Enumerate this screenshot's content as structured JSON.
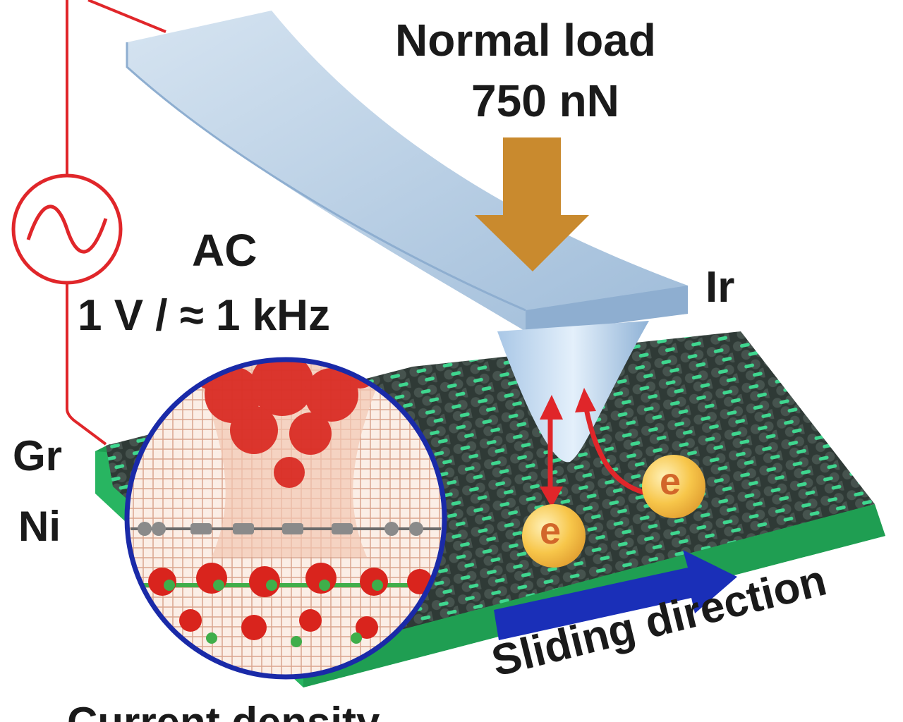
{
  "labels": {
    "load_title": "Normal load",
    "load_value": "750 nN",
    "ac_title": "AC",
    "ac_value": "1 V / ≈ 1 kHz",
    "tip_material": "Ir",
    "layer_top": "Gr",
    "layer_bottom": "Ni",
    "electron_symbol": "e",
    "sliding": "Sliding direction",
    "current_density": "Current density"
  },
  "colors": {
    "circuit_wire": "#e0262a",
    "load_arrow": "#c98a2e",
    "cantilever": "#b9d0e6",
    "substrate": "#28b561",
    "graphene_atom": "#3d4a45",
    "graphene_bond": "#3fd68f",
    "sliding_arrow": "#1a2fb8",
    "electron": "#f7c64a",
    "electron_text": "#d2662a",
    "inset_border": "#1a2aa8"
  },
  "icons": {
    "source": "ac-source-icon",
    "electron": "electron-icon"
  }
}
